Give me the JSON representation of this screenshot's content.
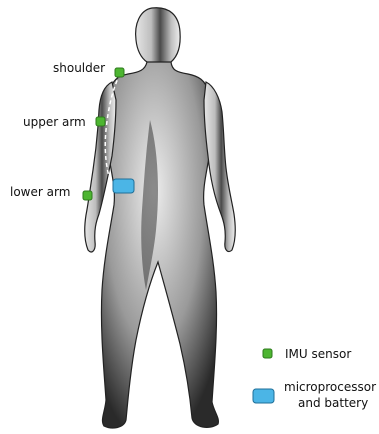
{
  "labels": {
    "shoulder": "shoulder",
    "upper_arm": "upper arm",
    "lower_arm": "lower arm"
  },
  "legend": {
    "imu": "IMU sensor",
    "micro_line1": "microprocessor",
    "micro_line2": "and battery"
  },
  "colors": {
    "imu_sensor": "#4db531",
    "imu_stroke": "#2d7a1c",
    "microprocessor": "#4bb5e6",
    "microprocessor_stroke": "#1f6f98",
    "wire": "#ffffff"
  }
}
